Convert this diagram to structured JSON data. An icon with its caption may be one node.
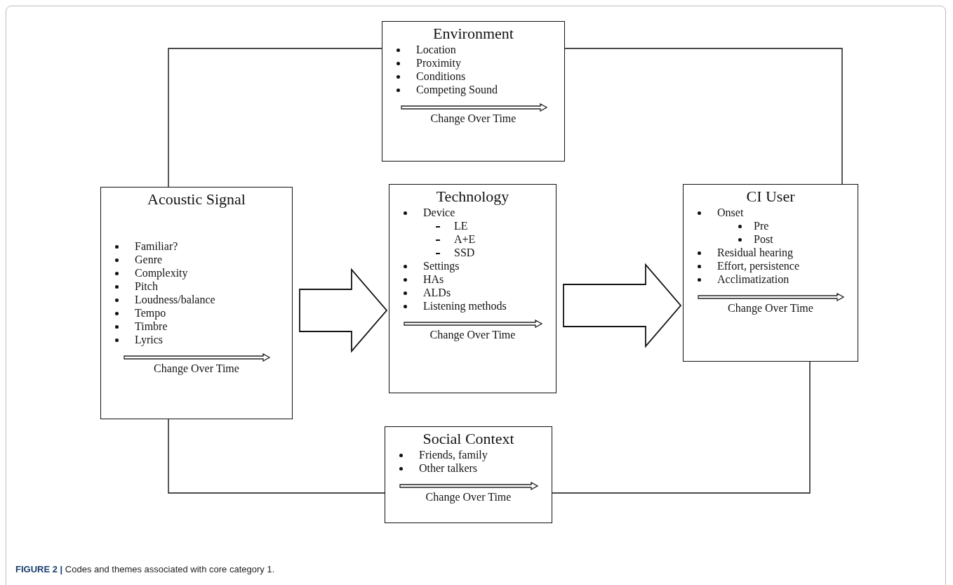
{
  "diagram": {
    "caption": "**FIGURE 2 |** Codes and themes associated with core category 1.",
    "nodes": [
      {
        "text": [
          "Environment",
          "Location",
          "Proximity",
          "Conditions",
          "Competing Sound",
          "Change Over Time"
        ]
      },
      {
        "text": [
          "Acoustic Signal",
          "Familiar?",
          "Genre",
          "Complexity",
          "Pitch",
          "Loudness/balance",
          "Tempo",
          "Timbre",
          "Lyrics",
          "Change Over Time"
        ]
      },
      {
        "text": [
          "Technology",
          "Device",
          "LE",
          "A+E",
          "SSD",
          "Settings",
          "HAs",
          "ALDs",
          "Listening methods",
          "Change Over Time"
        ]
      },
      {
        "text": [
          "CI User",
          "Onset",
          "Pre",
          "Post",
          "Residual hearing",
          "Effort, persistence",
          "Acclimatization",
          "Change Over Time"
        ]
      },
      {
        "text": [
          "Social Context",
          "Friends, family",
          "Other talkers",
          "Change Over Time"
        ]
      }
    ],
    "edges": [
      {
        "from": 1,
        "to": 0,
        "arrow": "none"
      },
      {
        "from": 0,
        "to": 3,
        "arrow": "none"
      },
      {
        "from": 1,
        "to": 4,
        "arrow": "none"
      },
      {
        "from": 4,
        "to": 3,
        "arrow": "none"
      },
      {
        "from": 1,
        "to": 2,
        "arrow": "to",
        "style": "thick"
      },
      {
        "from": 2,
        "to": 3,
        "arrow": "to",
        "style": "thick"
      }
    ]
  }
}
